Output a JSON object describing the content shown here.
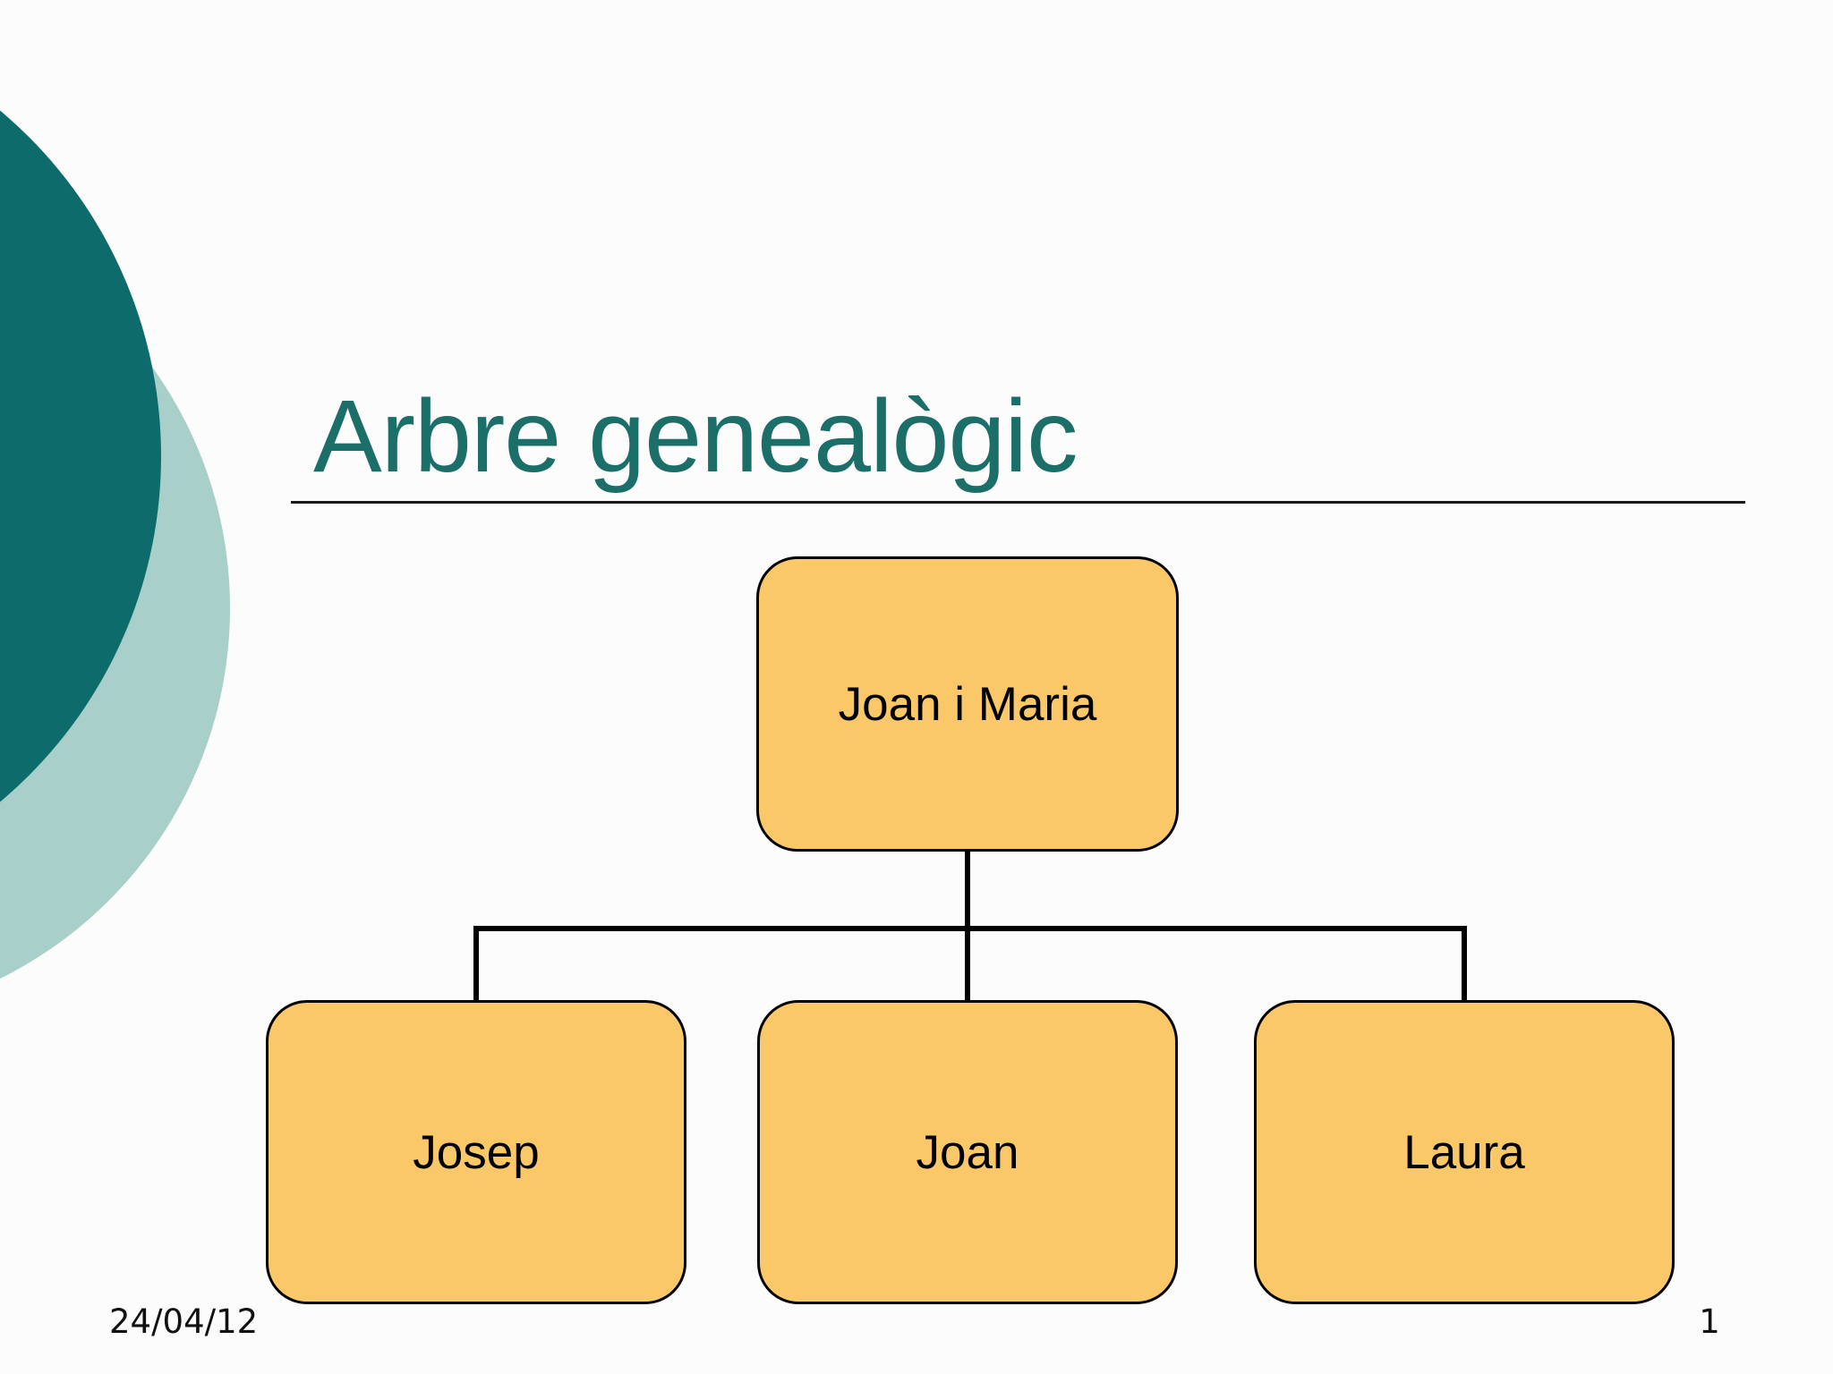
{
  "slide": {
    "title": "Arbre genealògic",
    "family_tree": {
      "root": {
        "label": "Joan i Maria"
      },
      "children": [
        {
          "label": "Josep"
        },
        {
          "label": "Joan"
        },
        {
          "label": "Laura"
        }
      ]
    },
    "footer": {
      "date": "24/04/12",
      "page_number": "1"
    },
    "colors": {
      "title_text": "#1C6E69",
      "decorative_circle_dark": "#0D6B6B",
      "decorative_circle_light": "#A9CFCA",
      "node_fill": "#FBC869",
      "node_border": "#000000",
      "connector": "#000000",
      "background": "#FCFCFC",
      "footer_text": "#111111"
    }
  }
}
